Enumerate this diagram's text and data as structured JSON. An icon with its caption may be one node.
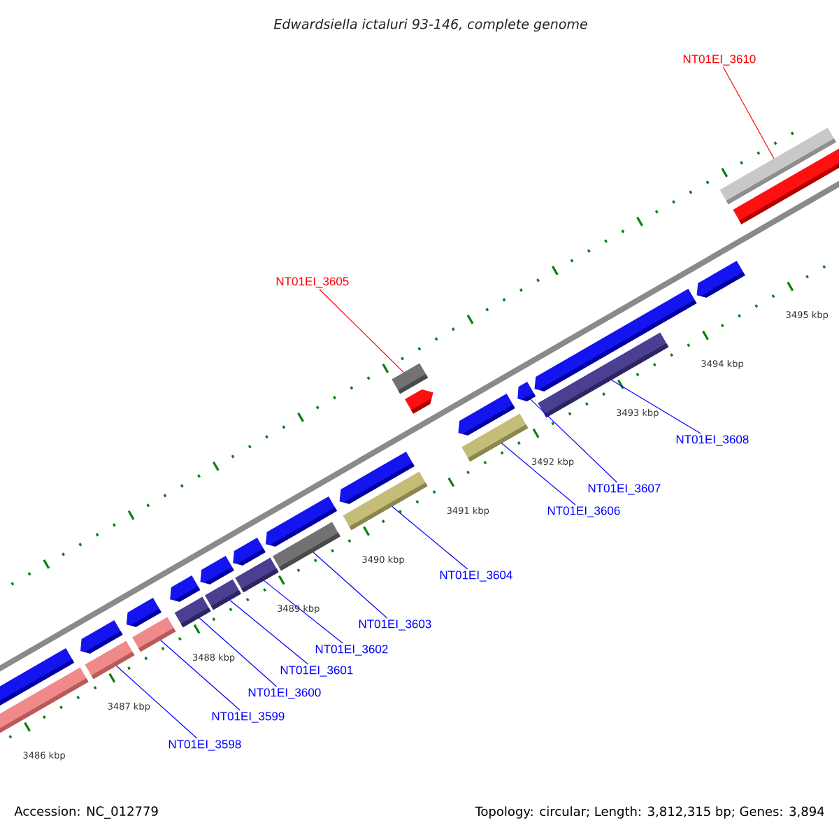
{
  "diagram": {
    "title": "Edwardsiella ictaluri 93-146, complete genome",
    "nodes": [
      {
        "text": [
          "NT01EI_3610"
        ]
      },
      {
        "text": [
          "NT01EI_3605"
        ]
      },
      {
        "text": [
          "NT01EI_3608"
        ]
      },
      {
        "text": [
          "NT01EI_3607"
        ]
      },
      {
        "text": [
          "NT01EI_3606"
        ]
      },
      {
        "text": [
          "NT01EI_3604"
        ]
      },
      {
        "text": [
          "NT01EI_3603"
        ]
      },
      {
        "text": [
          "NT01EI_3602"
        ]
      },
      {
        "text": [
          "NT01EI_3601"
        ]
      },
      {
        "text": [
          "NT01EI_3600"
        ]
      },
      {
        "text": [
          "NT01EI_3599"
        ]
      },
      {
        "text": [
          "NT01EI_3598"
        ]
      },
      {
        "text": [],
        "shape": "bar"
      },
      {
        "text": [],
        "shape": "bar"
      },
      {
        "text": [],
        "shape": "bar"
      },
      {
        "text": [],
        "shape": "bar"
      },
      {
        "text": [],
        "shape": "bar"
      },
      {
        "text": [],
        "shape": "bar"
      },
      {
        "text": [],
        "shape": "bar"
      },
      {
        "text": [],
        "shape": "bar"
      },
      {
        "text": [],
        "shape": "bar"
      },
      {
        "text": [],
        "shape": "arrow"
      },
      {
        "text": [],
        "shape": "bar"
      },
      {
        "text": [],
        "shape": "bar"
      }
    ],
    "edges": [
      {
        "from": 11,
        "to": 12,
        "arrow": "none"
      },
      {
        "from": 10,
        "to": 13,
        "arrow": "none"
      },
      {
        "from": 9,
        "to": 14,
        "arrow": "none"
      },
      {
        "from": 8,
        "to": 15,
        "arrow": "none"
      },
      {
        "from": 7,
        "to": 16,
        "arrow": "none"
      },
      {
        "from": 6,
        "to": 17,
        "arrow": "none"
      },
      {
        "from": 5,
        "to": 18,
        "arrow": "none"
      },
      {
        "from": 1,
        "to": 19,
        "arrow": "none",
        "color": "#ff0000"
      },
      {
        "from": 4,
        "to": 20,
        "arrow": "none"
      },
      {
        "from": 3,
        "to": 21,
        "arrow": "none"
      },
      {
        "from": 2,
        "to": 22,
        "arrow": "none"
      },
      {
        "from": 0,
        "to": 23,
        "arrow": "none",
        "color": "#ff0000"
      }
    ],
    "labels": [
      "3495 kbp",
      "3494 kbp",
      "3493 kbp",
      "3492 kbp",
      "3491 kbp",
      "3490 kbp",
      "3489 kbp",
      "3488 kbp",
      "3487 kbp",
      "3486 kbp",
      "Accession: NC_012779",
      "Topology: circular; Length: 3,812,315 bp; Genes: 3,894"
    ]
  }
}
